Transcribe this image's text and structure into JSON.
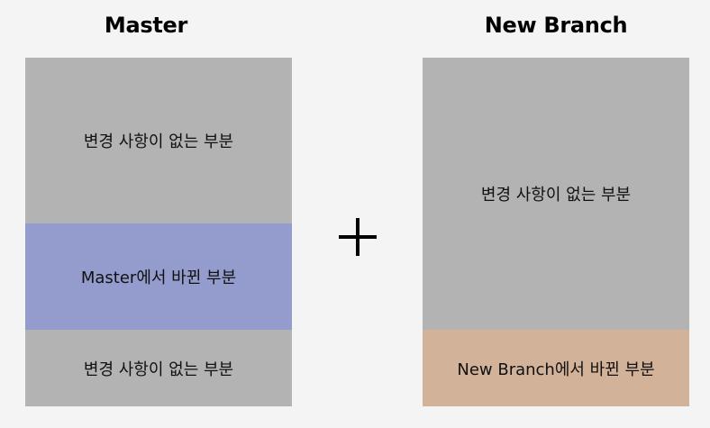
{
  "master": {
    "title": "Master",
    "blocks": [
      {
        "label": "변경 사항이 없는 부분",
        "kind": "unchanged"
      },
      {
        "label": "Master에서 바뀐 부분",
        "kind": "changed"
      },
      {
        "label": "변경 사항이 없는 부분",
        "kind": "unchanged"
      }
    ]
  },
  "operator": {
    "icon": "plus-icon"
  },
  "new_branch": {
    "title": "New Branch",
    "blocks": [
      {
        "label": "변경 사항이 없는 부분",
        "kind": "unchanged"
      },
      {
        "label": "New Branch에서 바뀐 부분",
        "kind": "changed"
      }
    ]
  },
  "colors": {
    "background": "#f4f4f4",
    "unchanged": "#b3b3b3",
    "master_changed": "#939ccc",
    "branch_changed": "#d3b29a"
  }
}
